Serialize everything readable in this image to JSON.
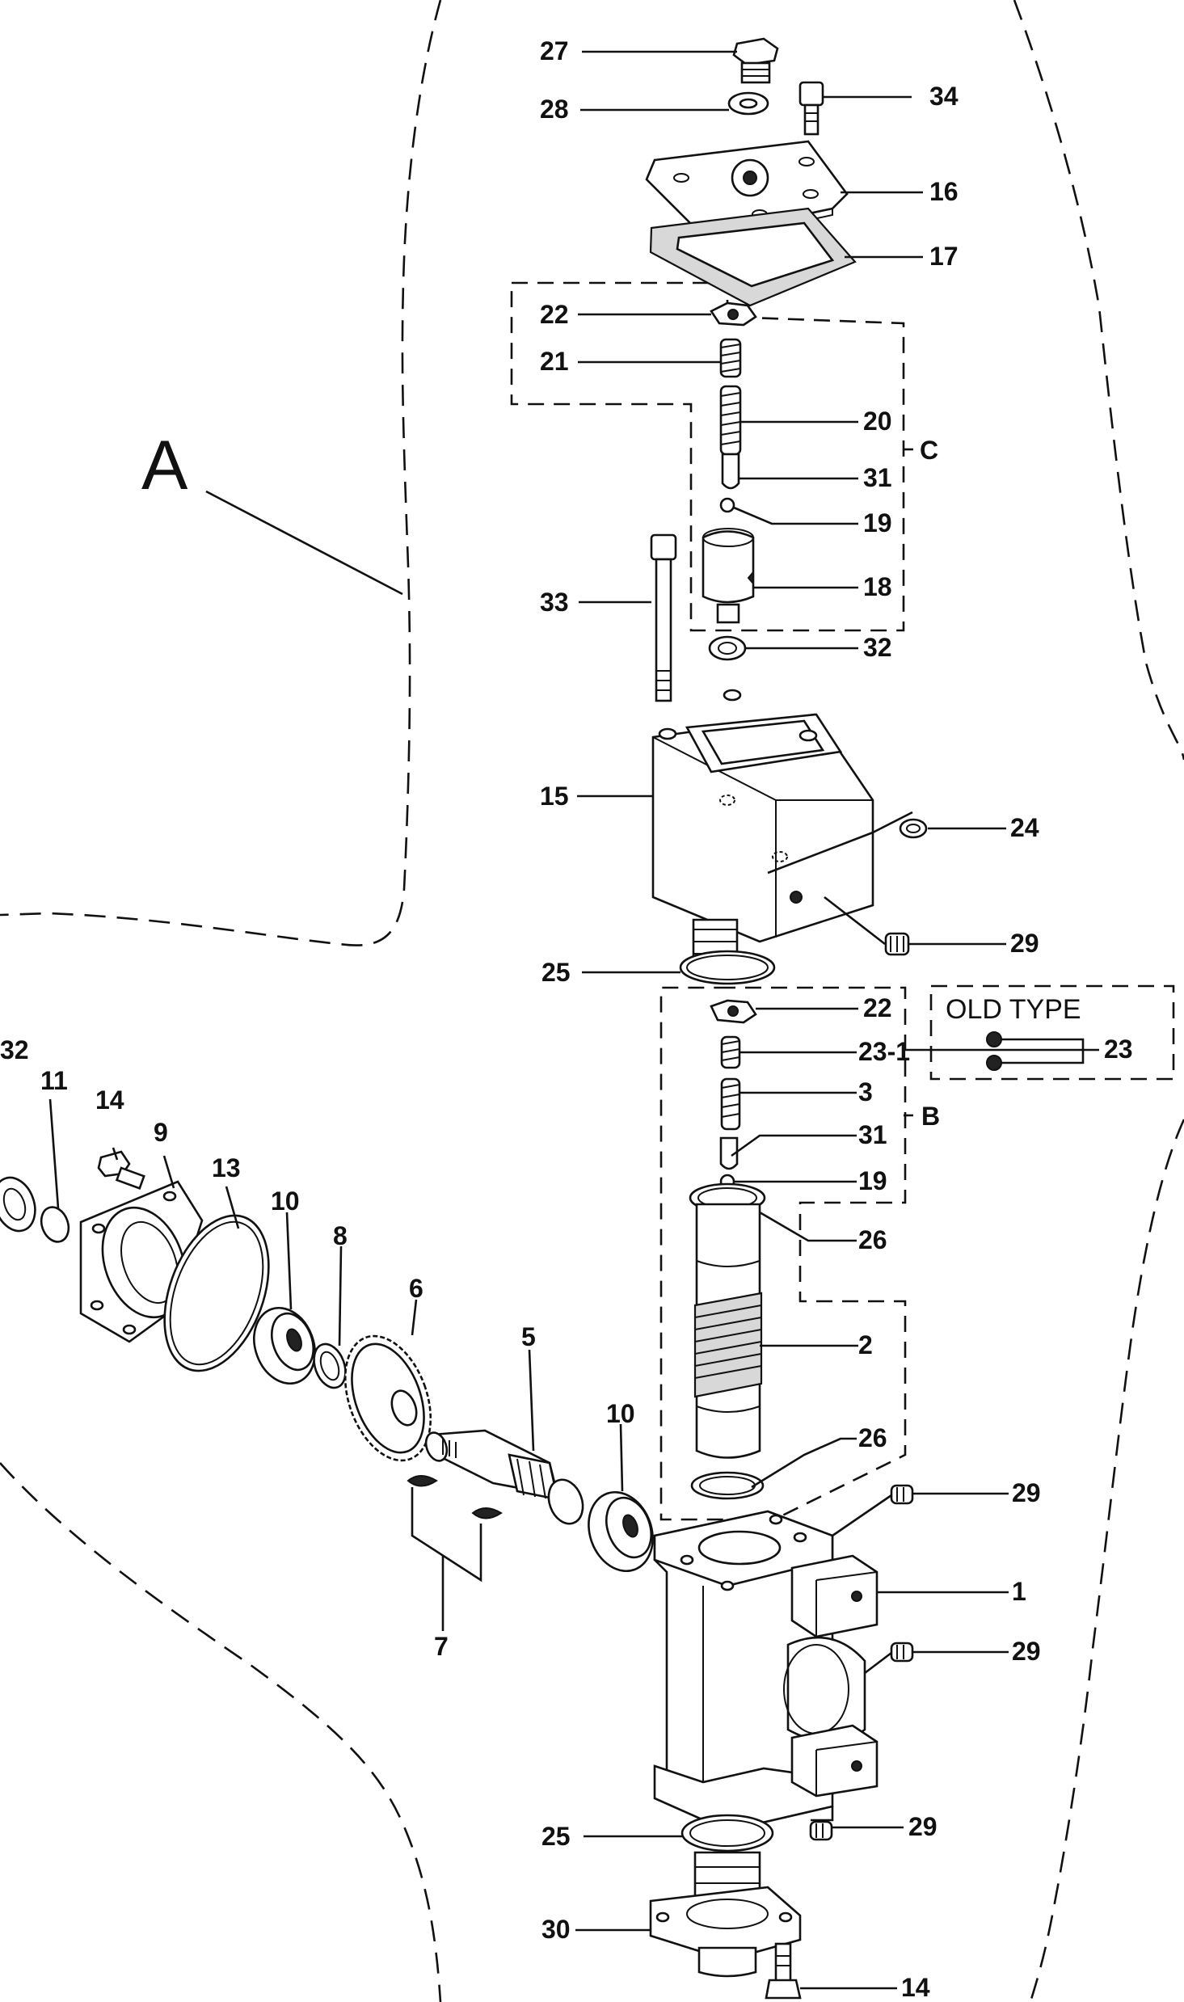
{
  "group_labels": {
    "a": "A",
    "b": "B",
    "c": "C"
  },
  "old_type_label": "OLD TYPE",
  "callouts": {
    "c27": "27",
    "c28": "28",
    "c34": "34",
    "c16": "16",
    "c17": "17",
    "c22a": "22",
    "c21": "21",
    "c20": "20",
    "c31a": "31",
    "c19a": "19",
    "c18": "18",
    "c33": "33",
    "c32r": "32",
    "c15": "15",
    "c24": "24",
    "c29a": "29",
    "c25a": "25",
    "c22b": "22",
    "c23": "23",
    "c23_1": "23-1",
    "c3": "3",
    "c31b": "31",
    "c19b": "19",
    "c26a": "26",
    "c2": "2",
    "c26b": "26",
    "c29b": "29",
    "c1": "1",
    "c29c": "29",
    "c29d": "29",
    "c25b": "25",
    "c30": "30",
    "c14b": "14",
    "c32l": "32",
    "c11": "11",
    "c14a": "14",
    "c9": "9",
    "c13": "13",
    "c10a": "10",
    "c8": "8",
    "c6": "6",
    "c5": "5",
    "c10b": "10",
    "c7": "7"
  }
}
